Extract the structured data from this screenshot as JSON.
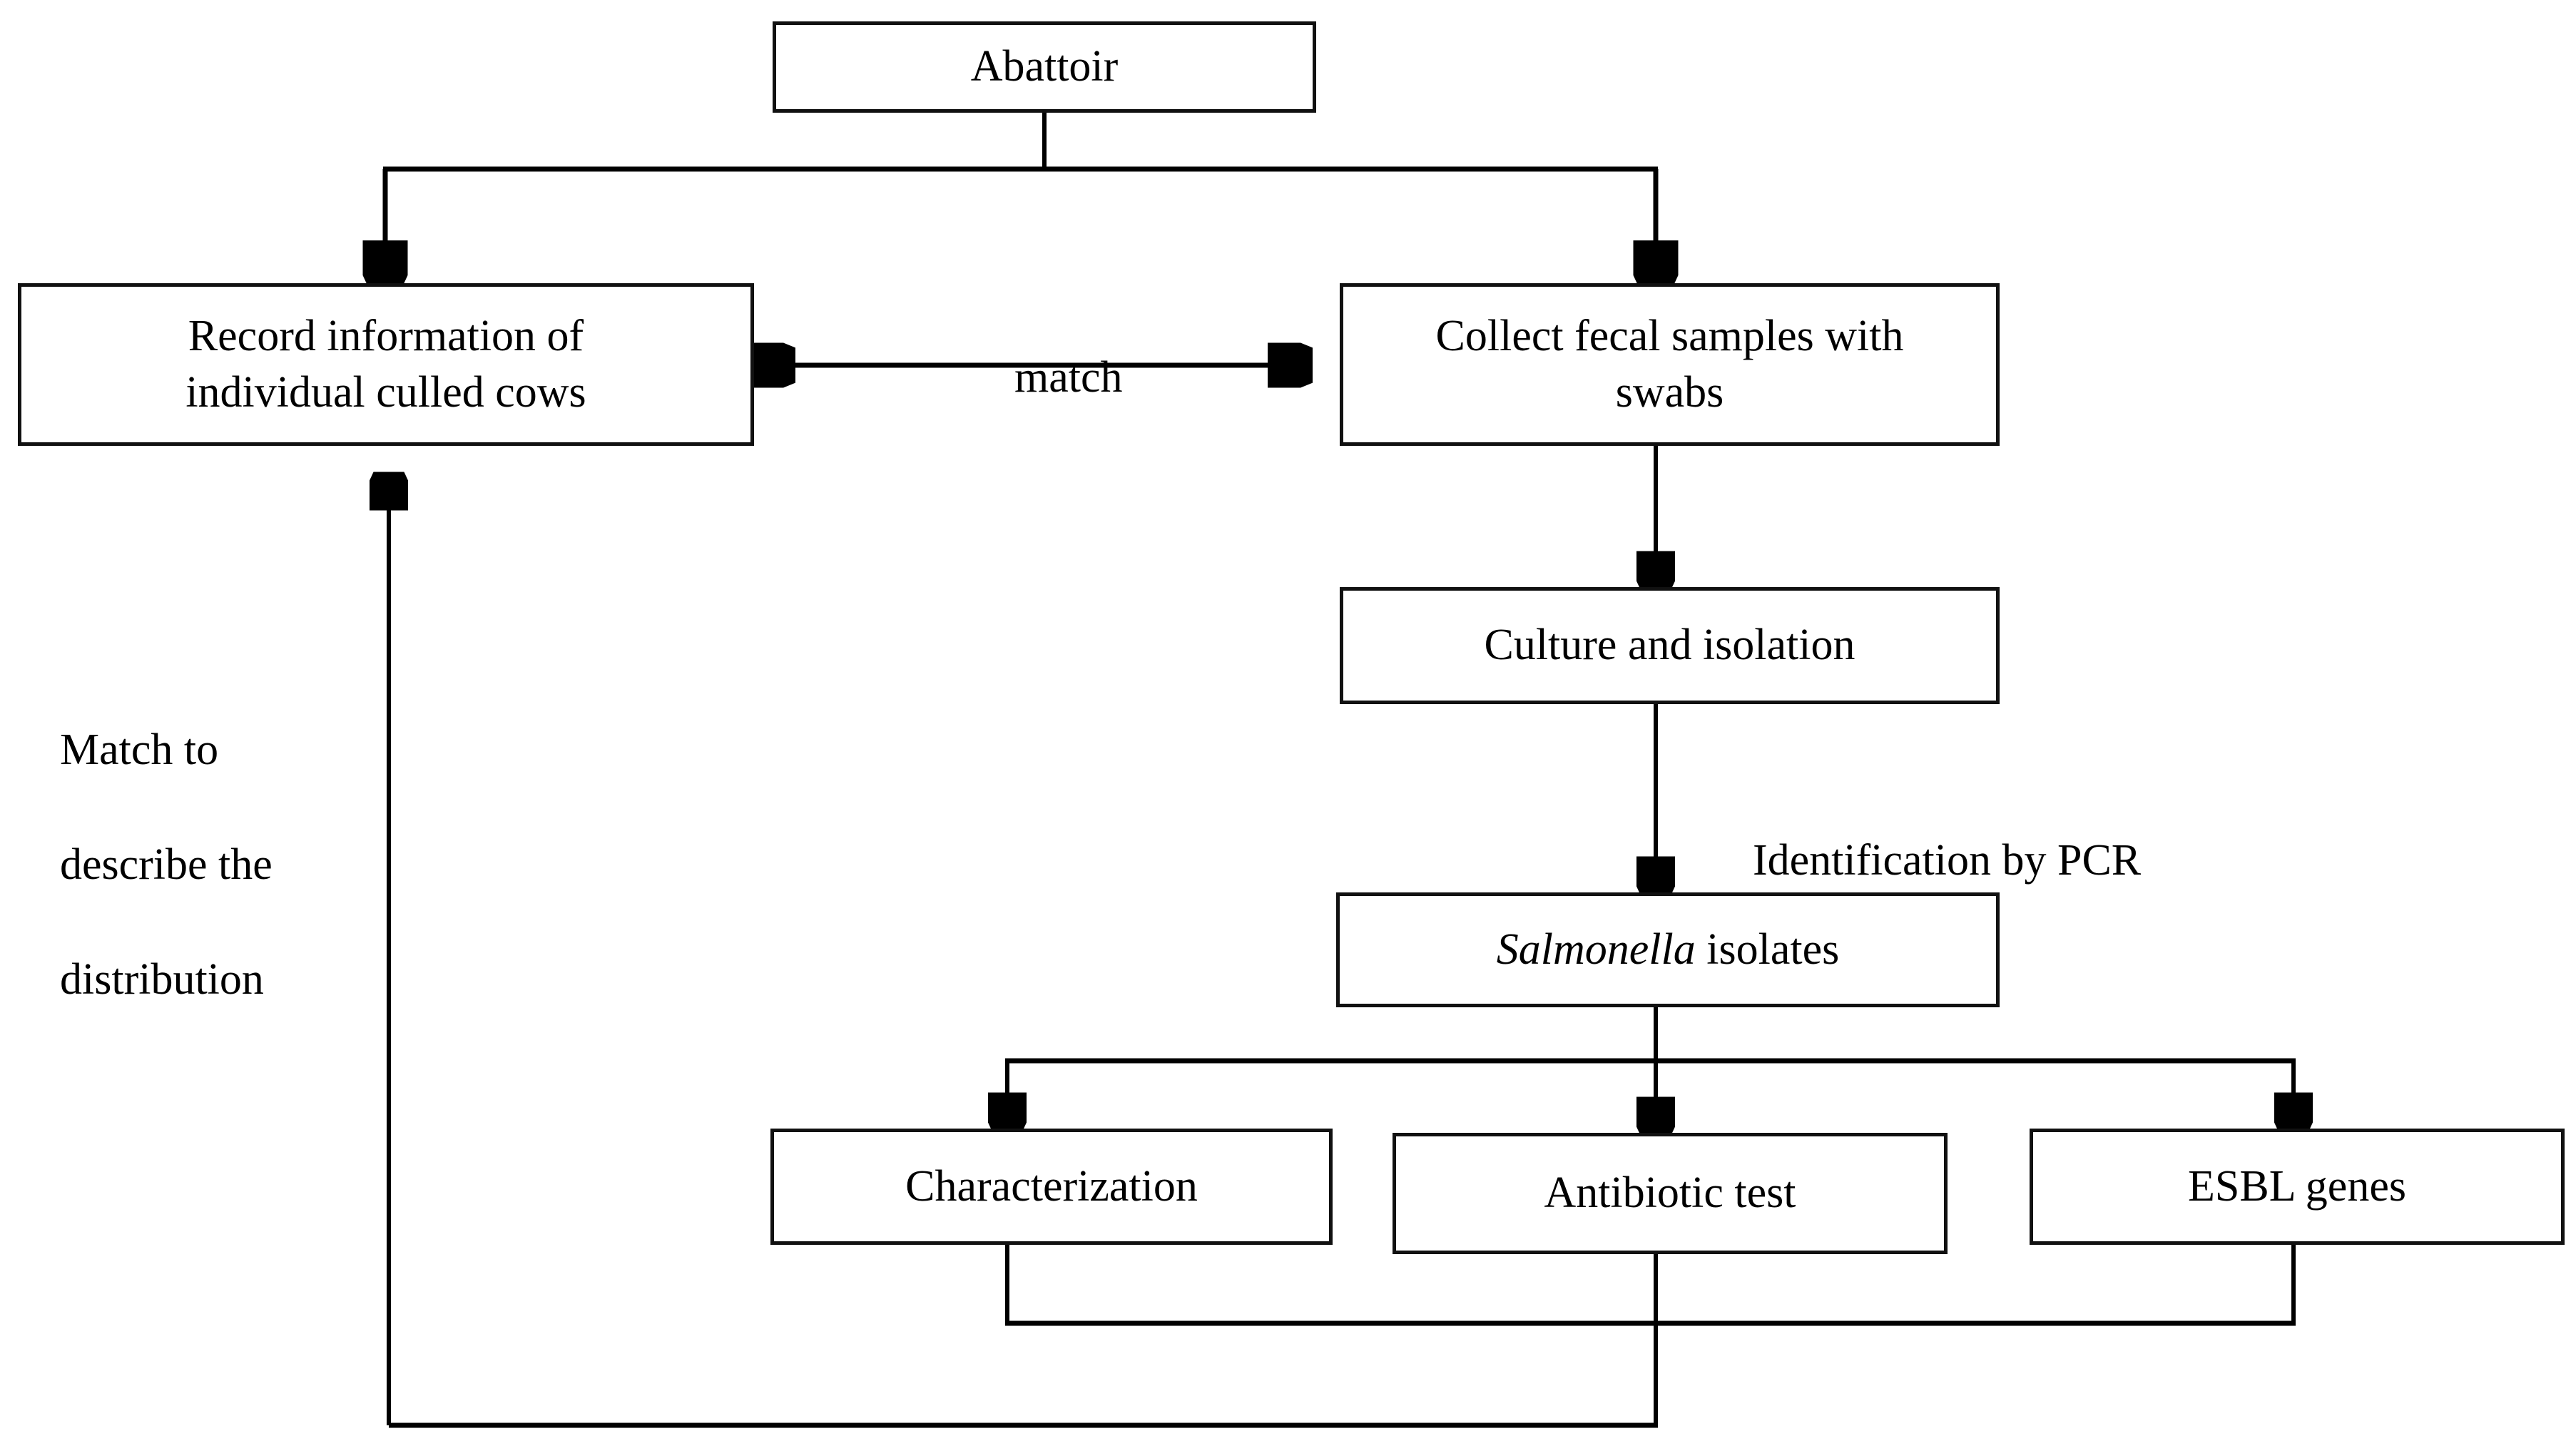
{
  "diagram": {
    "title": "Abattoir Salmonella sampling and characterization workflow",
    "type": "flowchart",
    "background_color": "#ffffff",
    "stroke_color": "#000000",
    "box_fill": "#ffffff"
  },
  "nodes": {
    "abattoir": {
      "label": "Abattoir"
    },
    "record_info": {
      "line1": "Record information of",
      "line2": "individual culled cows"
    },
    "collect_fecal": {
      "line1": "Collect fecal samples with",
      "line2": "swabs"
    },
    "culture": {
      "label": "Culture and isolation"
    },
    "salmonella": {
      "label_italic": "Salmonella",
      "label_rest": " isolates"
    },
    "characterization": {
      "label": "Characterization"
    },
    "antibiotic": {
      "label": "Antibiotic test"
    },
    "esbl": {
      "label": "ESBL genes"
    }
  },
  "edge_labels": {
    "match": "match",
    "identification": "Identification by PCR",
    "match_describe": {
      "line1": "Match to",
      "line2": "describe the",
      "line3": "distribution"
    }
  },
  "connections": [
    {
      "from": "abattoir",
      "to": "record_info",
      "arrow": "single"
    },
    {
      "from": "abattoir",
      "to": "collect_fecal",
      "arrow": "single"
    },
    {
      "from": "record_info",
      "to": "collect_fecal",
      "arrow": "double",
      "label": "match"
    },
    {
      "from": "collect_fecal",
      "to": "culture",
      "arrow": "single"
    },
    {
      "from": "culture",
      "to": "salmonella",
      "arrow": "single",
      "label": "Identification by PCR"
    },
    {
      "from": "salmonella",
      "to": "characterization",
      "arrow": "single"
    },
    {
      "from": "salmonella",
      "to": "antibiotic",
      "arrow": "single"
    },
    {
      "from": "salmonella",
      "to": "esbl",
      "arrow": "single"
    },
    {
      "from": "characterization+antibiotic+esbl",
      "to": "record_info",
      "arrow": "single",
      "label": "Match to describe the distribution"
    }
  ]
}
